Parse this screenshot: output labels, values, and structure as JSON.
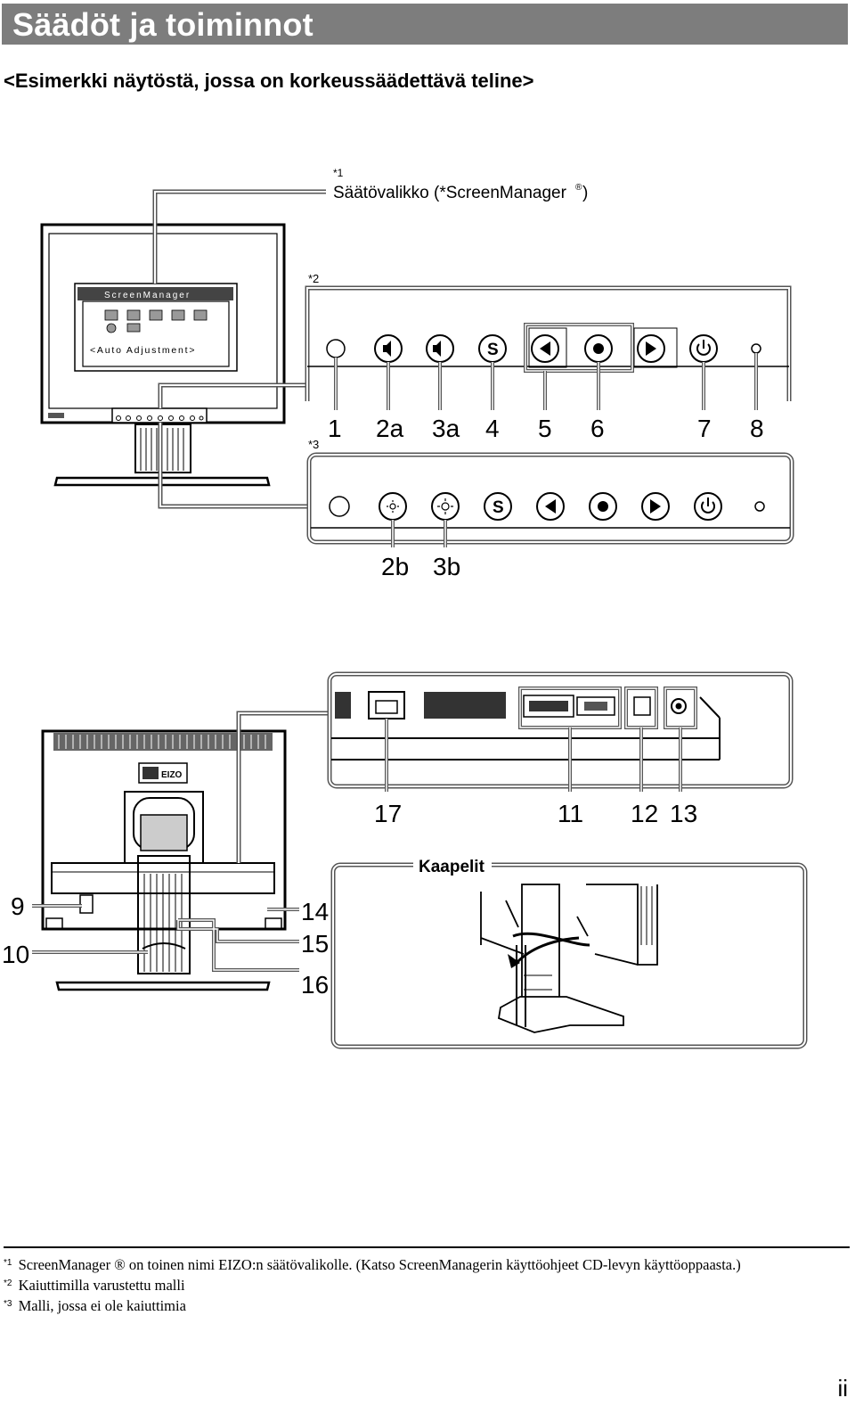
{
  "header": {
    "title": "Säädöt ja toiminnot",
    "subtitle": "<Esimerkki näytöstä, jossa on korkeussäädettävä teline>"
  },
  "callouts": {
    "menu_marker": "*1",
    "menu_label": "Säätövalikko (*ScreenManager",
    "menu_reg": "®",
    "menu_close": ")",
    "speaker_marker": "*2",
    "nospeaker_marker": "*3",
    "osd_title": "ScreenManager",
    "osd_auto": "<Auto Adjustment>",
    "cables_label": "Kaapelit",
    "brand": "EIZO"
  },
  "labels_front_top": [
    "1",
    "2a",
    "3a",
    "4",
    "5",
    "6",
    "7",
    "8"
  ],
  "labels_front_bottom": [
    "2b",
    "3b"
  ],
  "labels_rear_top": [
    "17",
    "11",
    "12",
    "13"
  ],
  "labels_rear_side": [
    "9",
    "10",
    "14",
    "15",
    "16"
  ],
  "footnotes": [
    {
      "mark": "*1",
      "text": " ScreenManager ® on toinen nimi EIZO:n säätövalikolle. (Katso ScreenManagerin käyttöohjeet CD-levyn käyttöoppaasta.)"
    },
    {
      "mark": "*2",
      "text": " Kaiuttimilla varustettu malli"
    },
    {
      "mark": "*3",
      "text": " Malli, jossa ei ole kaiuttimia"
    }
  ],
  "page_number": "ii"
}
